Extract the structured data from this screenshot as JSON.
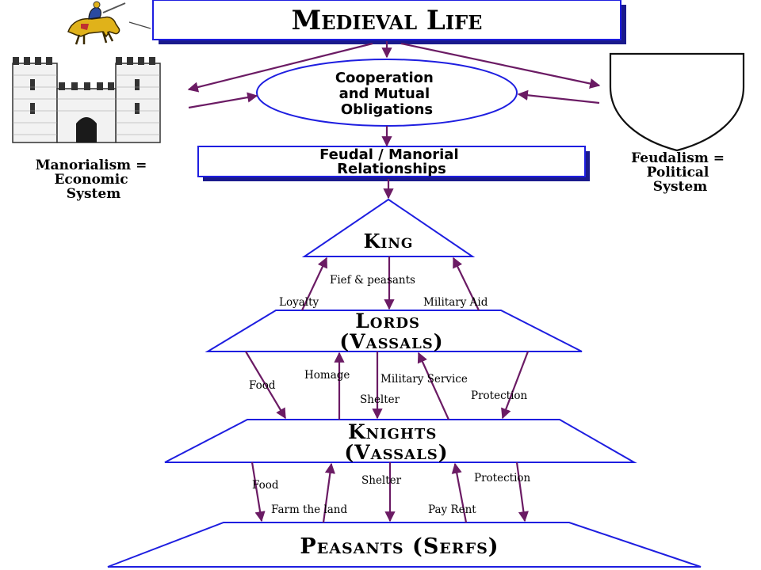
{
  "title": "Medieval Life",
  "oval": [
    "Cooperation",
    "and Mutual",
    "Obligations"
  ],
  "feudal_box": [
    "Feudal / Manorial",
    "Relationships"
  ],
  "left_caption": [
    "Manorialism =",
    "Economic",
    "System"
  ],
  "right_caption": [
    "Feudalism =",
    "Political",
    "System"
  ],
  "tiers": {
    "king": "King",
    "lords": [
      "Lords",
      "(Vassals)"
    ],
    "knights": [
      "Knights",
      "(Vassals)"
    ],
    "peasants": "Peasants (Serfs)"
  },
  "labels": {
    "fief_peasants": "Fief & peasants",
    "loyalty": "Loyalty",
    "military_aid": "Military Aid",
    "food_1": "Food",
    "homage": "Homage",
    "military_service": "Military Service",
    "shelter_1": "Shelter",
    "protection_1": "Protection",
    "food_2": "Food",
    "farm_land": "Farm the land",
    "shelter_2": "Shelter",
    "pay_rent": "Pay Rent",
    "protection_2": "Protection"
  },
  "colors": {
    "arrow": "#6b1b64",
    "outline": "#1e1ee0",
    "shadow": "#1a1a8c",
    "knight_gold": "#e0b21a"
  }
}
